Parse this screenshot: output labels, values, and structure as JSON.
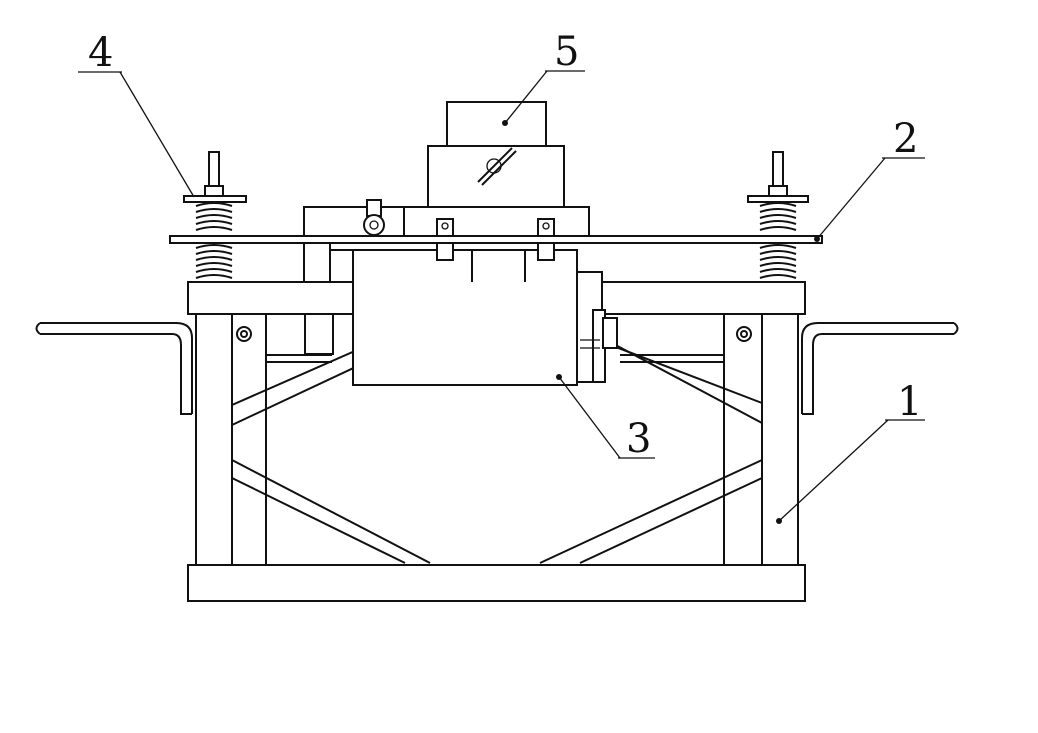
{
  "diagram": {
    "callouts": [
      {
        "id": "frame",
        "label": "1"
      },
      {
        "id": "plate",
        "label": "2"
      },
      {
        "id": "vibrator",
        "label": "3"
      },
      {
        "id": "spring",
        "label": "4"
      },
      {
        "id": "motor",
        "label": "5"
      }
    ],
    "colors": {
      "line": "#111111",
      "background": "#ffffff"
    }
  }
}
